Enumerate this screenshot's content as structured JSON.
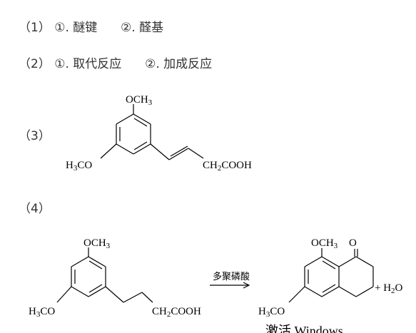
{
  "answers": {
    "q1": {
      "label": "（1）",
      "a": "①. 醚键",
      "b": "②. 醛基"
    },
    "q2": {
      "label": "（2）",
      "a": "①. 取代反应",
      "b": "②. 加成反应"
    },
    "q3": {
      "label": "（3）"
    },
    "q4": {
      "label": "（4）"
    }
  },
  "structure3": {
    "top_group": "OCH",
    "top_sub": "3",
    "left_group_h": "H",
    "left_sub": "3",
    "left_group_co": "CO",
    "chain_pre": "CH",
    "chain_sub": "2",
    "chain_post": "COOH"
  },
  "reaction4": {
    "reactant": {
      "top_group": "OCH",
      "top_sub": "3",
      "left_h": "H",
      "left_sub": "3",
      "left_co": "CO",
      "chain_pre": "CH",
      "chain_sub": "2",
      "chain_post": "COOH"
    },
    "condition": "多聚磷酸",
    "product": {
      "top_group": "OCH",
      "top_sub": "3",
      "carbonyl_o": "O",
      "left_h": "H",
      "left_sub": "3",
      "left_co": "CO"
    },
    "byproduct_plus": "+ H",
    "byproduct_sub": "2",
    "byproduct_o": "O"
  },
  "watermark": "激活 Windows"
}
